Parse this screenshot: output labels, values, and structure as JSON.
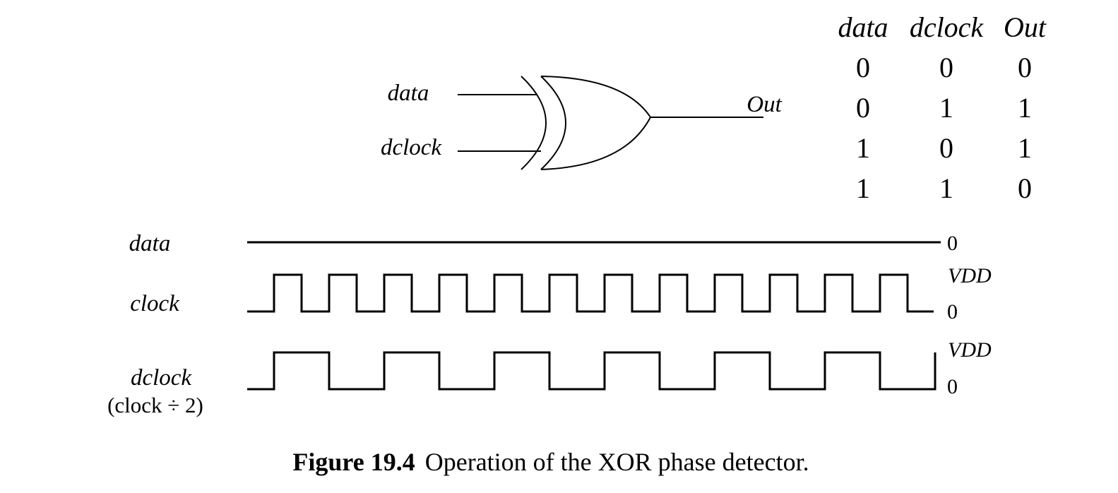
{
  "gate": {
    "input_a_label": "data",
    "input_b_label": "dclock",
    "output_label": "Out"
  },
  "truth_table": {
    "headers": [
      "data",
      "dclock",
      "Out"
    ],
    "rows": [
      [
        "0",
        "0",
        "0"
      ],
      [
        "0",
        "1",
        "1"
      ],
      [
        "1",
        "0",
        "1"
      ],
      [
        "1",
        "1",
        "0"
      ]
    ]
  },
  "waveforms": [
    {
      "label": "data",
      "sublabel": "",
      "high_label": "",
      "low_label": "0",
      "pattern": "constant-low"
    },
    {
      "label": "clock",
      "sublabel": "",
      "high_label": "VDD",
      "low_label": "0",
      "cycles": 12
    },
    {
      "label": "dclock",
      "sublabel": "(clock ÷ 2)",
      "high_label": "VDD",
      "low_label": "0",
      "cycles": 6
    }
  ],
  "caption": {
    "number": "Figure 19.4",
    "text": "Operation of the XOR phase detector."
  }
}
